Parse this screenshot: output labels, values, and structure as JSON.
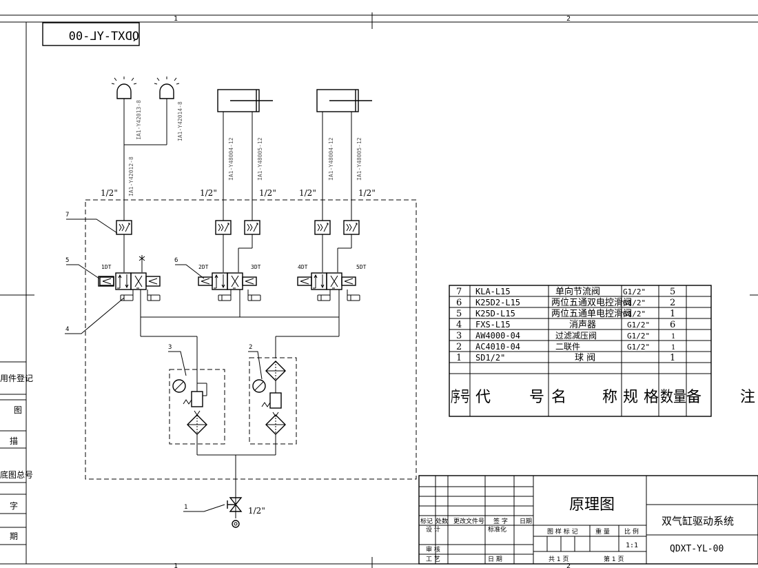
{
  "zones": {
    "top_1": "1",
    "top_2": "2",
    "bottom_1": "1",
    "bottom_2": "2"
  },
  "drawing_code_mirrored": "QDXT-YL-00",
  "wires": {
    "lamp1_a": "IA1-Y42013-8",
    "lamp1_b": "IA1-Y42012-8",
    "lamp2": "IA1-Y42014-8",
    "cyl1_a": "IA1-Y48004-12",
    "cyl1_b": "IA1-Y48005-12",
    "cyl2_a": "IA1-Y48004-12",
    "cyl2_b": "IA1-Y48005-12"
  },
  "port_size": "1/2\"",
  "solenoids": {
    "s1": "1DT",
    "s2": "2DT",
    "s3": "3DT",
    "s4": "4DT",
    "s5": "5DT"
  },
  "leaders": {
    "l7": "7",
    "l5": "5",
    "l6": "6",
    "l4": "4",
    "l3": "3",
    "l2": "2",
    "l1": "1"
  },
  "left_strip": [
    "用件登记",
    "图",
    "描",
    "底图总号",
    "字",
    "期"
  ],
  "bom": {
    "rows": [
      {
        "no": "7",
        "code": "KLA-L15",
        "name": "单向节流阀",
        "spec": "G1/2\"",
        "qty": "5",
        "note": ""
      },
      {
        "no": "6",
        "code": "K25D2-L15",
        "name": "两位五通双电控滑阀",
        "spec": "G1/2\"",
        "qty": "2",
        "note": ""
      },
      {
        "no": "5",
        "code": "K25D-L15",
        "name": "两位五通单电控滑阀",
        "spec": "G1/2\"",
        "qty": "1",
        "note": ""
      },
      {
        "no": "4",
        "code": "FXS-L15",
        "name": "消声器",
        "spec": "G1/2\"",
        "qty": "6",
        "note": ""
      },
      {
        "no": "3",
        "code": "AW4000-04",
        "name": "过滤减压阀",
        "spec": "G1/2\"",
        "qty": "1",
        "note": ""
      },
      {
        "no": "2",
        "code": "AC4010-04",
        "name": "二联件",
        "spec": "G1/2\"",
        "qty": "1",
        "note": ""
      },
      {
        "no": "1",
        "code": "SD1/2\"",
        "name": "球 阀",
        "spec": "",
        "qty": "1",
        "note": ""
      }
    ],
    "header": {
      "no": "序号",
      "code": "代 号",
      "name": "名 称",
      "spec": "规 格",
      "qty": "数量",
      "note": "备 注"
    }
  },
  "title_block": {
    "revision_labels": {
      "mark": "标记",
      "count": "处数",
      "doc": "更改文件号",
      "sign": "签 字",
      "date": "日期"
    },
    "design": "设 计",
    "standard": "标准化",
    "review": "审 核",
    "process": "工 艺",
    "date2": "日 期",
    "drawing_title": "原理图",
    "stage_mark": "图 样 标 记",
    "weight": "重 量",
    "scale_label": "比 例",
    "scale_value": "1:1",
    "sheets_total": "共 1 页",
    "sheet_no": "第 1 页",
    "system_name": "双气缸驱动系统",
    "drawing_code": "QDXT-YL-00"
  }
}
